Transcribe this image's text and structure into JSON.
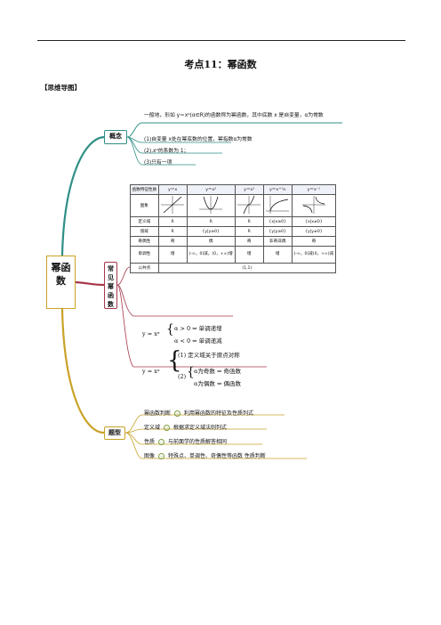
{
  "title": "考点11：幂函数",
  "section_label": "【思维导图】",
  "root": "幂函数",
  "branches": {
    "concept": "概念",
    "common": "常见幂函数",
    "types": "题型"
  },
  "concept": {
    "definition": "一般地，形如 y＝xᵅ(α∈R)的函数称为幂函数，其中底数 x 是自变量，α为常数",
    "notes": [
      "(1)自变量 x处在幂底数的位置，幂指数α为常数",
      "(2).xᵅ的系数为 1；",
      "(3)只有一项"
    ]
  },
  "table": {
    "headers": [
      "函数特征性质",
      "y＝x",
      "y＝x²",
      "y＝x³",
      "y＝x^½",
      "y＝x⁻¹"
    ],
    "rows": [
      {
        "label": "图象",
        "cells": [
          "",
          "",
          "",
          "",
          ""
        ]
      },
      {
        "label": "定义域",
        "cells": [
          "R",
          "R",
          "R",
          "{x|x≥0}",
          "{x|x≠0}"
        ]
      },
      {
        "label": "值域",
        "cells": [
          "R",
          "{y|y≥0}",
          "R",
          "{y|y≥0}",
          "{y|y≠0}"
        ]
      },
      {
        "label": "奇偶性",
        "cells": [
          "奇",
          "偶",
          "奇",
          "非奇非偶",
          "奇"
        ]
      },
      {
        "label": "单调性",
        "cells": [
          "增",
          "(-∞，0)减，(0，+∞)增",
          "增",
          "增",
          "(-∞，0)减(0，+∞)减"
        ]
      },
      {
        "label": "公共点",
        "cells": [
          "(1,1)"
        ]
      }
    ]
  },
  "monotonic": {
    "lhs": "y = xᵅ",
    "case1": "α > 0 ⇔ 单调递增",
    "case2": "α < 0 ⇔ 单调递减"
  },
  "parity": {
    "lhs": "y = xᵅ",
    "item1": "(1) 定义域关于原点对称",
    "item2_label": "(2)",
    "item2a": "α为奇数 ⇔ 奇函数",
    "item2b": "α为偶数 ⇔ 偶函数"
  },
  "question_types": [
    {
      "name": "幂函数判断",
      "desc": "利用幂函数的特征及性质列式"
    },
    {
      "name": "定义域",
      "desc": "根据求定义域法则列式"
    },
    {
      "name": "性质",
      "desc": "与前面学的性质解答相同"
    },
    {
      "name": "图像",
      "desc": "特殊点、单调性、奇偶性等函数 性质判断"
    }
  ],
  "colors": {
    "concept": "#2f8f86",
    "common": "#a6374a",
    "types": "#c9a227",
    "minor": "#7a9c3c"
  }
}
